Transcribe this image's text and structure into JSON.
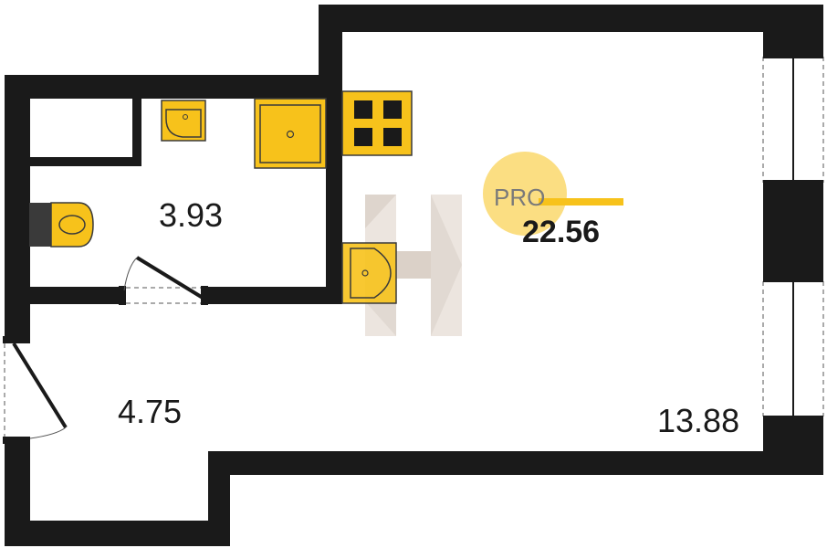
{
  "plan": {
    "areas": {
      "bathroom": "3.93",
      "hallway": "4.75",
      "living_room": "13.88",
      "total": "22.56"
    },
    "badge": {
      "text": "PRO",
      "color": "#f7c21b"
    },
    "colors": {
      "walls": "#1a1a1a",
      "fixtures": "#f7c21b",
      "fixture_outline": "#3a3a3a",
      "watermark": "#d8cfc6"
    }
  }
}
